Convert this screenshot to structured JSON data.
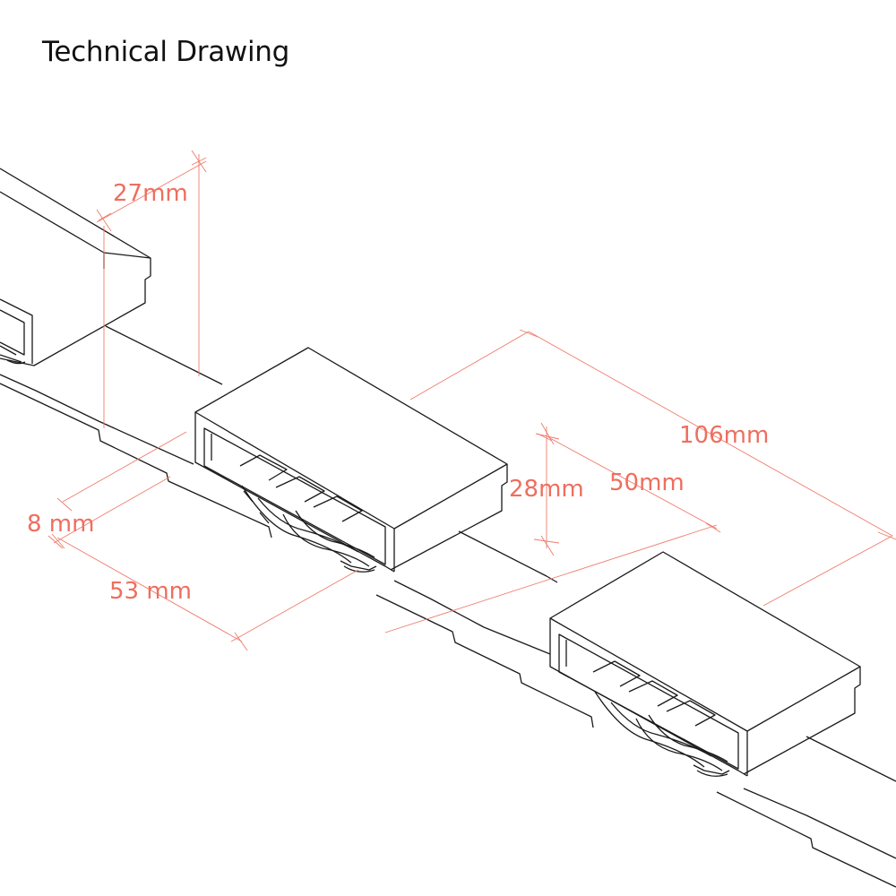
{
  "title": "Technical Drawing",
  "colors": {
    "outline": "#1a1a1a",
    "dimension": "#ef7b6c",
    "dimension_text": "#ee6e5e",
    "background": "#ffffff"
  },
  "dimensions": {
    "height_top": "27mm",
    "thickness": "8 mm",
    "width": "53 mm",
    "height": "28mm",
    "depth": "50mm",
    "spacing": "106mm"
  }
}
